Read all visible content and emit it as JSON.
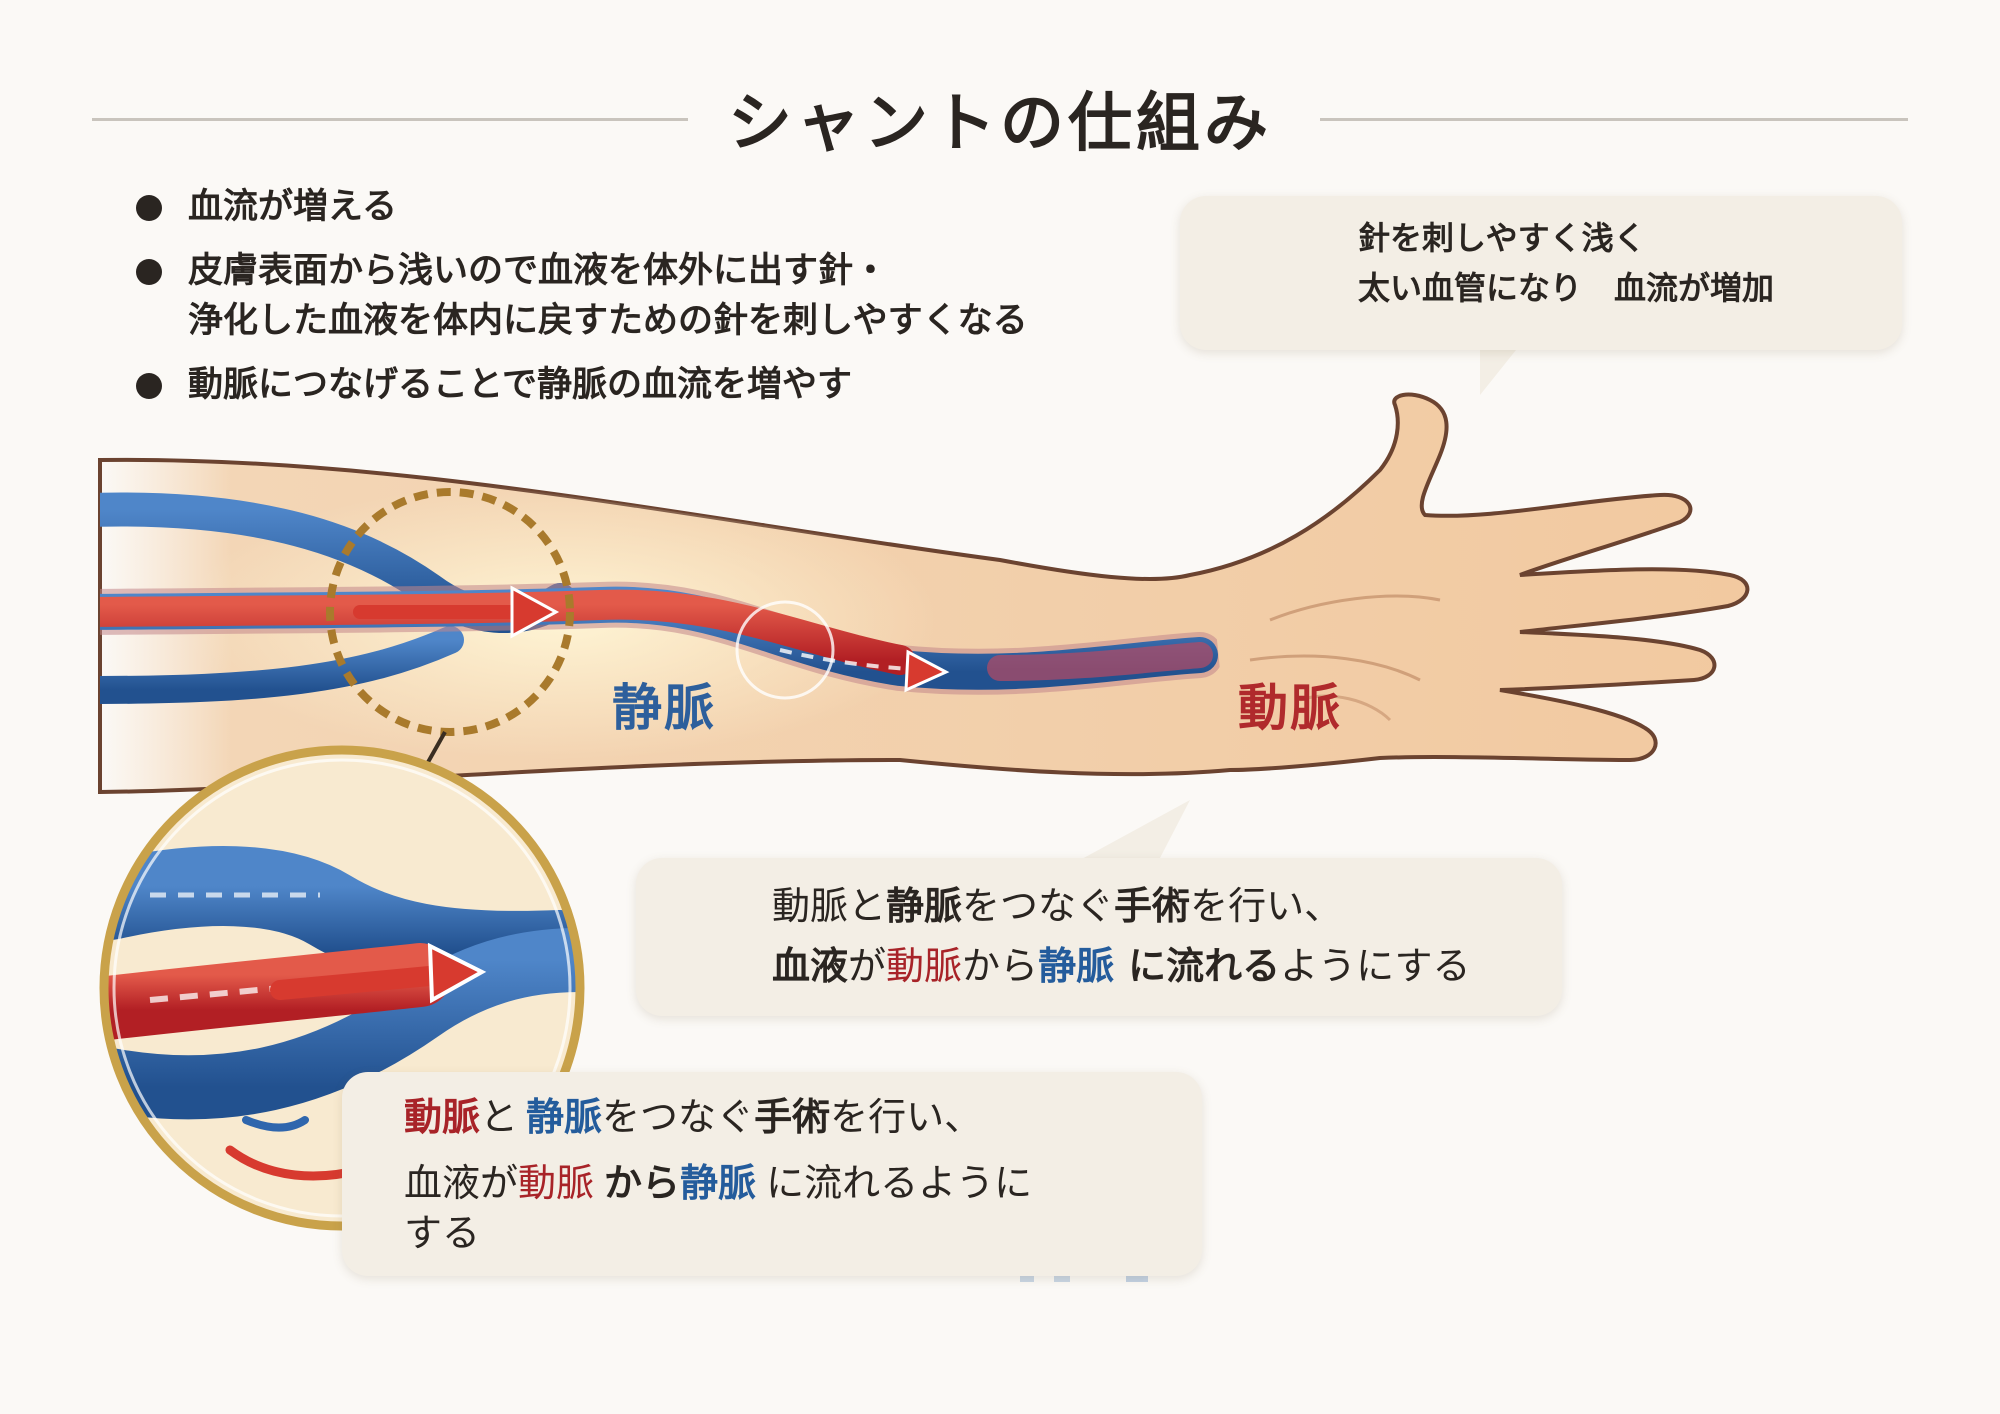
{
  "title": "シャントの仕組み",
  "bullets": [
    {
      "lines": [
        "血流が増える"
      ]
    },
    {
      "lines": [
        "皮膚表面から浅いので血液を体外に出す針・",
        "浄化した血液を体内に戻すための針を刺しやすくなる"
      ]
    },
    {
      "lines": [
        "動脈につなげることで静脈の血流を増やす"
      ]
    }
  ],
  "callout_top": {
    "line1": "針を刺しやすく浅く",
    "line2": "太い血管になり　血流が増加",
    "icon": "water-drops-icon"
  },
  "arm_labels": {
    "vein": "静脈",
    "artery": "動脈"
  },
  "callout_middle": {
    "icon": "blood-drop-icon",
    "line1": {
      "a": "動脈と",
      "b": "静脈",
      "c": "をつなぐ",
      "d": "手術",
      "e": "を行い、"
    },
    "line2": {
      "a": "血液",
      "b": "が",
      "c": "動脈",
      "d": "から",
      "e": "静脈",
      "f": "に流れる",
      "g": "ようにする"
    }
  },
  "callout_bottom": {
    "line1": {
      "a": "動脈",
      "b": "と",
      "c": "静脈",
      "d": "をつなぐ",
      "e": "手術",
      "f": "を行い、"
    },
    "line2": {
      "a": "血液が",
      "b": "動脈",
      "c": "から",
      "d": "静脈",
      "e": "に流れるように"
    },
    "line3": "する"
  },
  "colors": {
    "artery": "#c9282c",
    "vein": "#2f66ad",
    "skin": "#f4cfa6",
    "gold": "#c9a24a",
    "background": "#fbf9f6"
  }
}
